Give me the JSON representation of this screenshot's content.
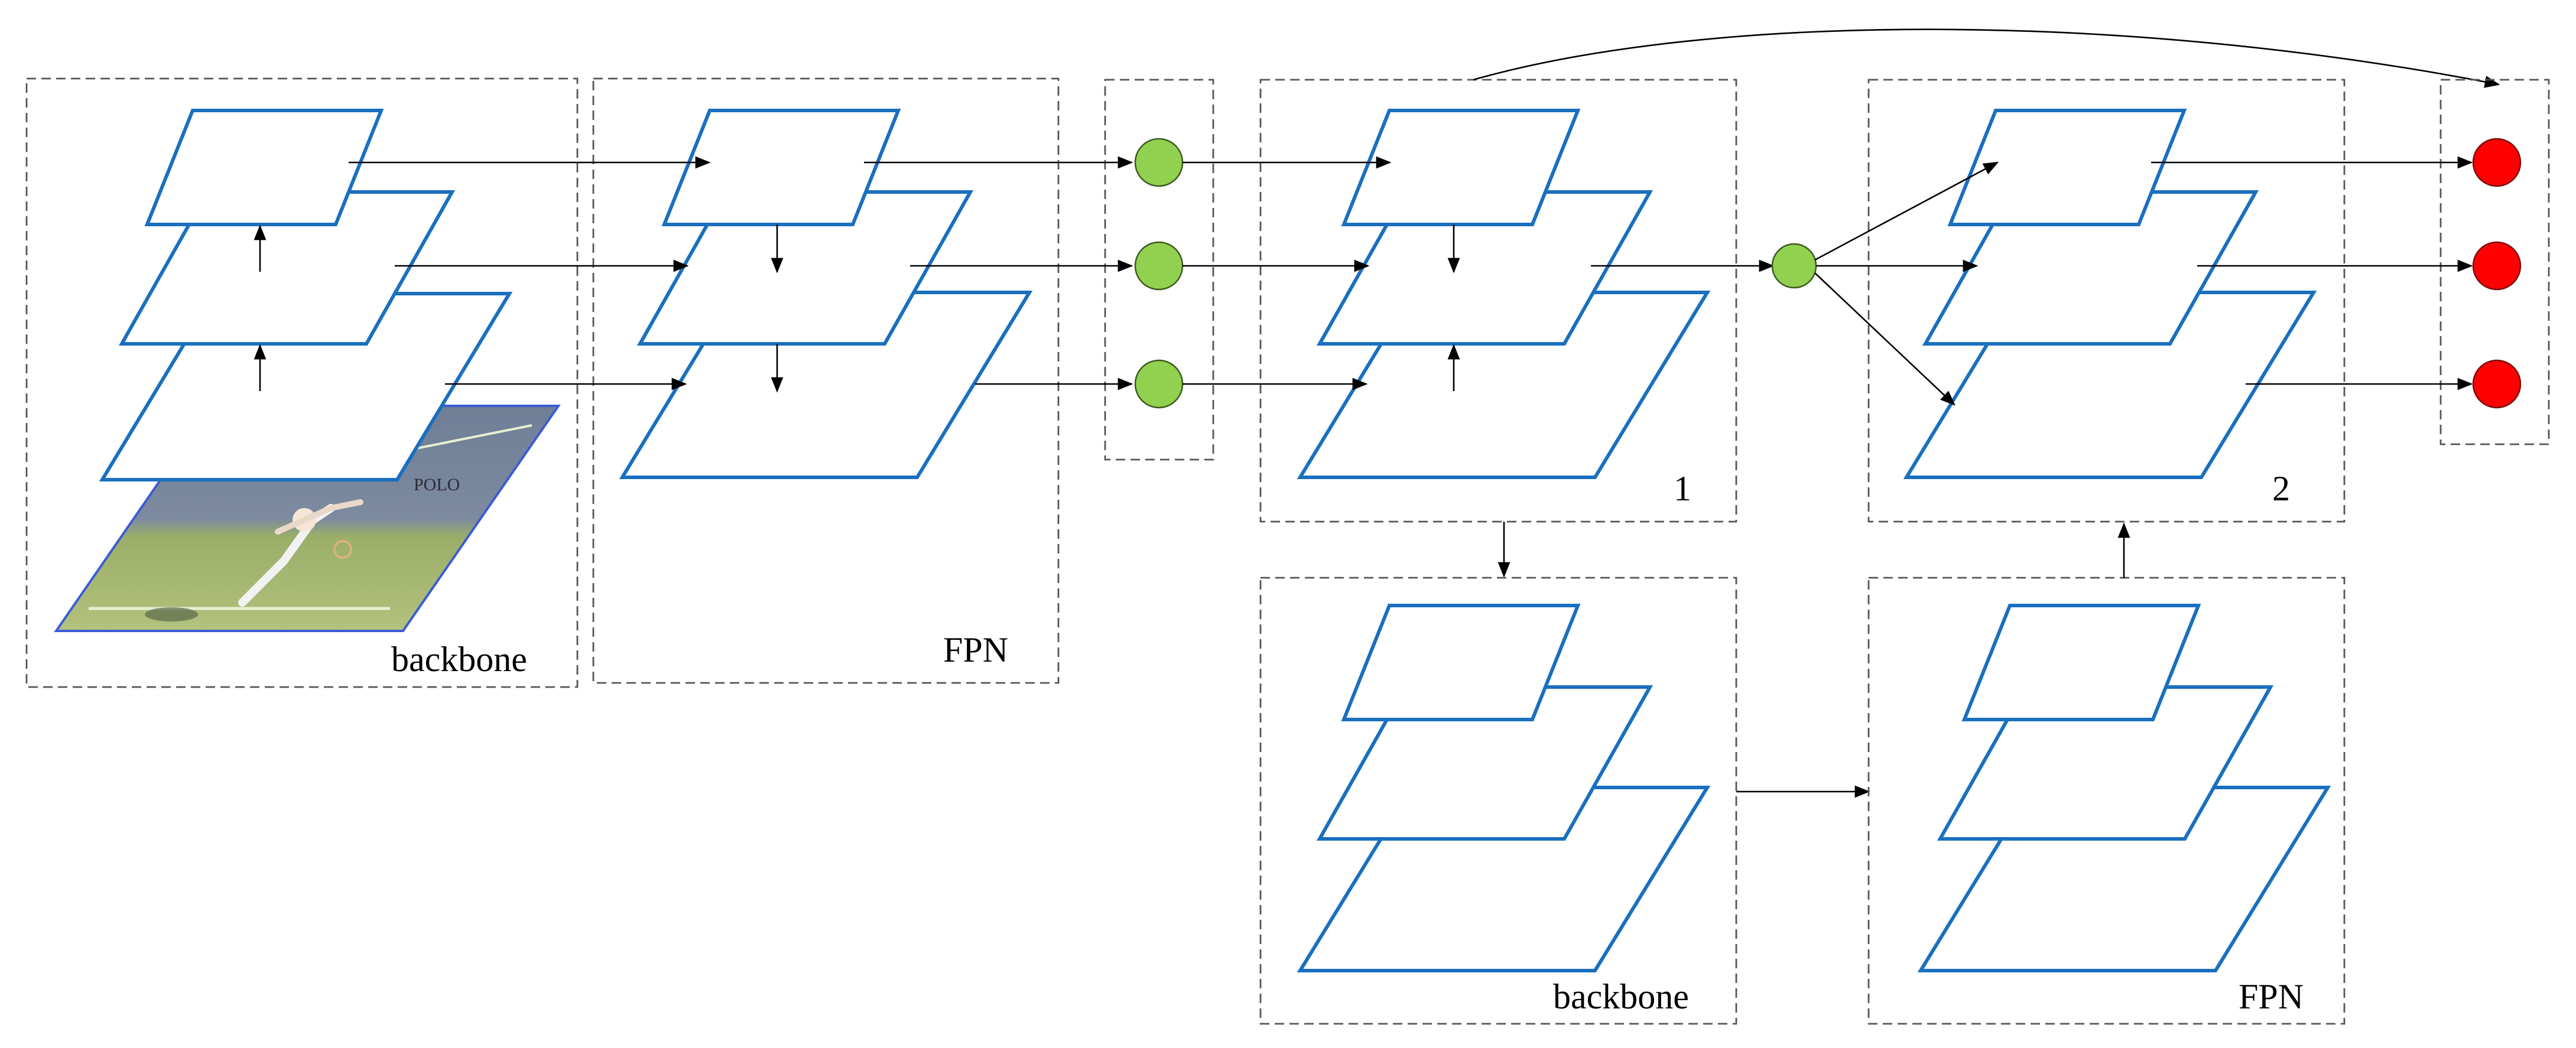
{
  "labels": {
    "backbone_top": "backbone",
    "fpn_top": "FPN",
    "stage_1": "1",
    "stage_2": "2",
    "backbone_bottom": "backbone",
    "fpn_bottom": "FPN"
  },
  "colors": {
    "layer_stroke": "#1a6fbf",
    "fusion_node": "#92d050",
    "output_node": "#ff0000",
    "dashed_box": "#555555",
    "arrow": "#000000"
  }
}
